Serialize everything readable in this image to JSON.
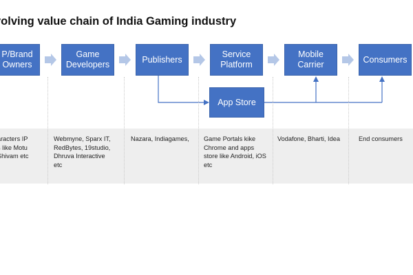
{
  "title": "volving value chain of India Gaming industry",
  "colors": {
    "box_fill": "#4472c4",
    "box_text": "#ffffff",
    "arrow": "#b4c7e7",
    "connector": "#4472c4",
    "band": "#eeeeee"
  },
  "chain": [
    {
      "id": "ip",
      "label": "P/Brand\nOwners",
      "detail": "aracters IP\ns like Motu\nShivam etc"
    },
    {
      "id": "dev",
      "label": "Game\nDevelopers",
      "detail": "Webmyne, Sparx IT,\nRedBytes, 19studio,\nDhruva Interactive\netc"
    },
    {
      "id": "pub",
      "label": "Publishers",
      "detail": "Nazara, Indiagames,"
    },
    {
      "id": "svc",
      "label": "Service\nPlatform",
      "detail": "Game Portals kike\nChrome and apps\nstore like Android, iOS\netc"
    },
    {
      "id": "mob",
      "label": "Mobile\nCarrier",
      "detail": "Vodafone, Bharti, Idea"
    },
    {
      "id": "con",
      "label": "Consumers",
      "detail": "End consumers"
    }
  ],
  "app_store": {
    "label": "App Store"
  }
}
